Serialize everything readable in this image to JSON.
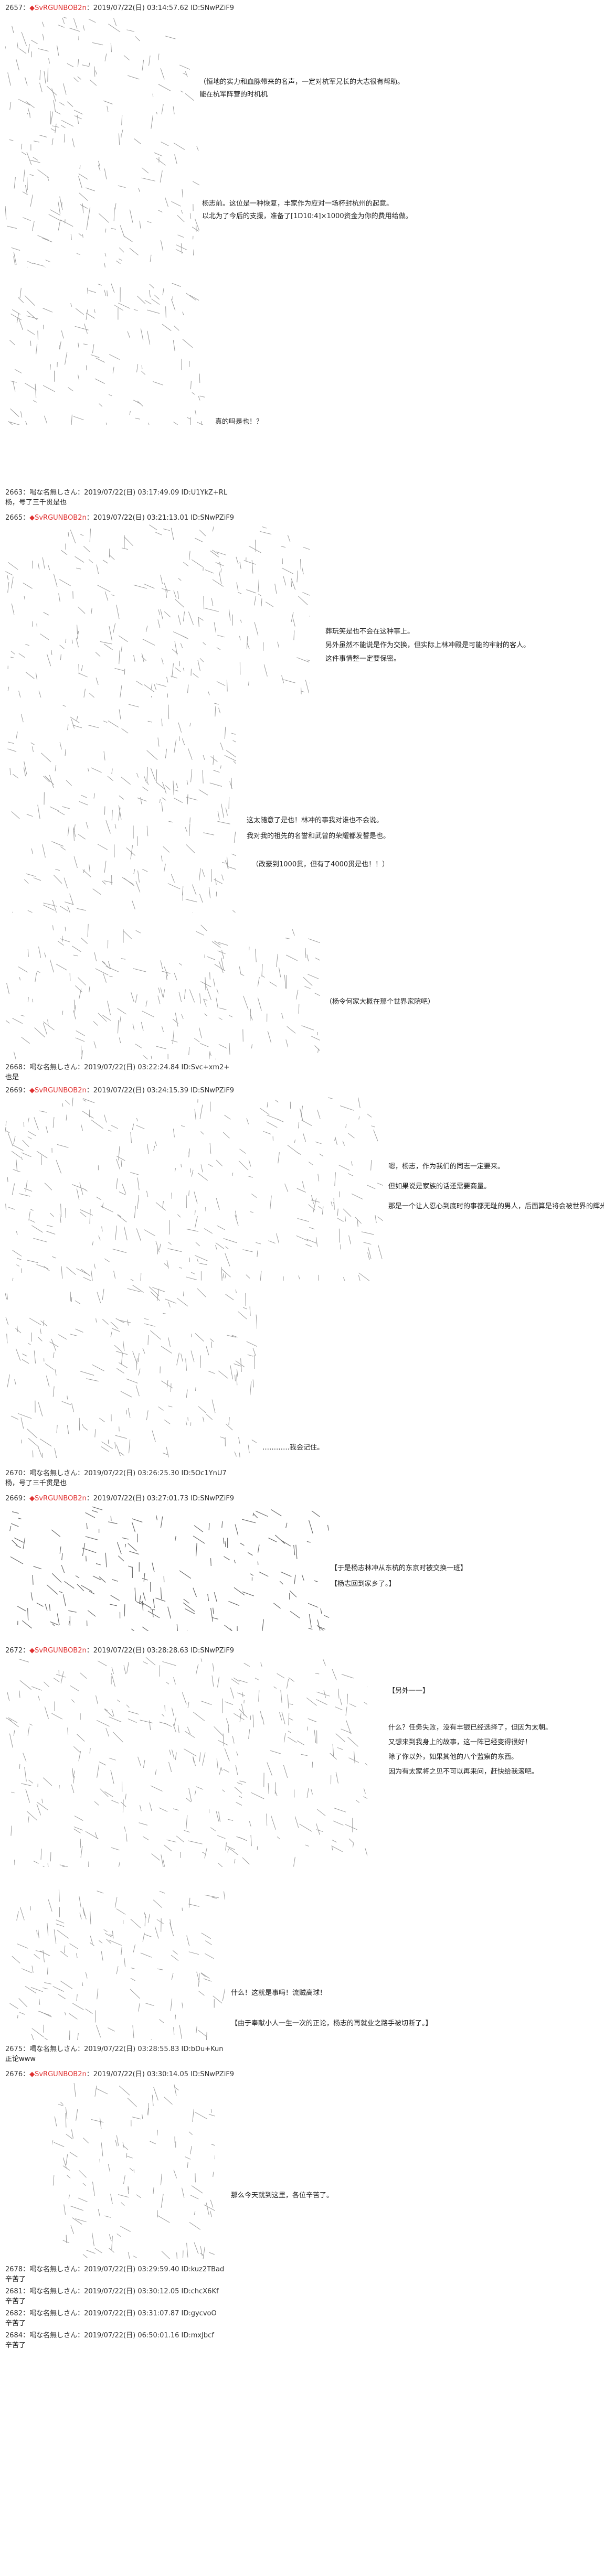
{
  "posts": [
    {
      "id": "p2657",
      "header": {
        "num": "2657：",
        "name": "",
        "trip": "◆SvRGUNBOB2n",
        "rest": "：2019/07/22(日) 03:14:57.62 ID:SNwPZiF9"
      },
      "lines": [
        "（恒地的实力和血脉带来的名声，一定对杭军兄长的大志很有帮助。",
        "能在杭军阵营的时机机"
      ]
    },
    {
      "id": "p2657b",
      "lines": [
        "杨志前。这位是一种恢复，丰家作为应对一场杯封杭州的起意。",
        "以北为了今后的支援，准备了[1D10:4]×1000资金为你的费用给做。"
      ]
    },
    {
      "id": "p2657c",
      "lines": [
        "真的吗是也！？"
      ]
    },
    {
      "id": "p2663",
      "header": {
        "num": "2663：",
        "name": "喝な名無しさん",
        "trip": "",
        "rest": "：2019/07/22(日) 03:17:49.09 ID:U1YkZ+RL"
      },
      "lines": [
        "杨，号了三千贯是也"
      ]
    },
    {
      "id": "p2665",
      "header": {
        "num": "2665：",
        "name": "",
        "trip": "◆SvRGUNBOB2n",
        "rest": "：2019/07/22(日) 03:21:13.01 ID:SNwPZiF9"
      },
      "lines": [
        "葬玩笑是也不会在这种事上。",
        "另外虽然不能说是作为交换，但实际上林冲殿是可能的牢射的客人。",
        "这件事情整一定要保密。"
      ]
    },
    {
      "id": "p2665b",
      "lines": [
        "这太随意了是也！林冲的事我对谁也不会说。",
        "我对我的祖先的名誉和武曾的荣耀都发誓是也。"
      ]
    },
    {
      "id": "p2665c",
      "lines": [
        "（改豪到1000贯，但有了4000贯是也！！）"
      ]
    },
    {
      "id": "p2665d",
      "lines": [
        "（杨令何家大概在那个世界家院吧）"
      ]
    },
    {
      "id": "p2668",
      "header": {
        "num": "2668：",
        "name": "喝な名無しさん",
        "trip": "",
        "rest": "：2019/07/22(日) 03:22:24.84 ID:Svc+xm2+"
      },
      "lines": [
        "也是"
      ]
    },
    {
      "id": "p2669",
      "header": {
        "num": "2669：",
        "name": "",
        "trip": "◆SvRGUNBOB2n",
        "rest": "：2019/07/22(日) 03:24:15.39 ID:SNwPZiF9"
      },
      "lines": [
        "嗯，杨志，作为我们的同志一定要来。",
        "但如果说是家族的话还需要商量。",
        "那是一个让人忍心到底时的事都无耻的男人，后面算是将会被世界的辉光。"
      ]
    },
    {
      "id": "p2669b",
      "lines": [
        "…………我会记住。"
      ]
    },
    {
      "id": "p2670",
      "header": {
        "num": "2670：",
        "name": "喝な名無しさん",
        "trip": "",
        "rest": "：2019/07/22(日) 03:26:25.30 ID:5Oc1YnU7"
      },
      "lines": [
        "杨，号了三千贯是也"
      ]
    },
    {
      "id": "p2669c",
      "header": {
        "num": "2669：",
        "name": "",
        "trip": "◆SvRGUNBOB2n",
        "rest": "：2019/07/22(日) 03:27:01.73 ID:SNwPZiF9"
      },
      "lines": [
        "【于是杨志林冲从东杭的东京时被交换一班】",
        "【杨志回到家乡了。】"
      ]
    },
    {
      "id": "p2672",
      "header": {
        "num": "2672：",
        "name": "",
        "trip": "◆SvRGUNBOB2n",
        "rest": "：2019/07/22(日) 03:28:28.63 ID:SNwPZiF9"
      },
      "lines": [
        "【另外一一】",
        "什么？任务失败，没有丰银已经选择了，但因为太朝。",
        "又想来到我身上的故事，这一阵已经变得很好！",
        "除了你以外，如果其他的八个监察的东西。",
        "因为有太家将之见不可以再来问，赶快给我滚吧。"
      ]
    },
    {
      "id": "p2672b",
      "lines": [
        "什么！这就是事吗！流贼高球！",
        "【由于奉献小人一生一次的正论，杨志的再就业之路手被切断了。】"
      ]
    },
    {
      "id": "p2675",
      "header": {
        "num": "2675：",
        "name": "喝な名無しさん",
        "trip": "",
        "rest": "：2019/07/22(日) 03:28:55.83 ID:bDu+Kun"
      },
      "lines": [
        "正论www"
      ]
    },
    {
      "id": "p2676",
      "header": {
        "num": "2676：",
        "name": "",
        "trip": "◆SvRGUNBOB2n",
        "rest": "：2019/07/22(日) 03:30:14.05 ID:SNwPZiF9"
      },
      "lines": [
        "那么今天就到这里，各位辛苦了。"
      ]
    },
    {
      "id": "p2678",
      "header": {
        "num": "2678：",
        "name": "喝な名無しさん",
        "trip": "",
        "rest": "：2019/07/22(日) 03:29:59.40 ID:kuz2TBad"
      },
      "lines": [
        "辛苦了"
      ]
    },
    {
      "id": "p2681",
      "header": {
        "num": "2681：",
        "name": "喝な名無しさん",
        "trip": "",
        "rest": "：2019/07/22(日) 03:30:12.05 ID:chcX6Kf"
      },
      "lines": [
        "辛苦了"
      ]
    },
    {
      "id": "p2682",
      "header": {
        "num": "2682：",
        "name": "喝な名無しさん",
        "trip": "",
        "rest": "：2019/07/22(日) 03:31:07.87 ID:gycvoO"
      },
      "lines": [
        "辛苦了"
      ]
    },
    {
      "id": "p2684",
      "header": {
        "num": "2684：",
        "name": "喝な名無しさん",
        "trip": "",
        "rest": "：2019/07/22(日) 06:50:01.16 ID:mxJbcf"
      },
      "lines": [
        "辛苦了"
      ]
    }
  ],
  "colors": {
    "trip": "#e03030",
    "text": "#222222",
    "art": "#9a9a9a",
    "bg": "#ffffff"
  }
}
